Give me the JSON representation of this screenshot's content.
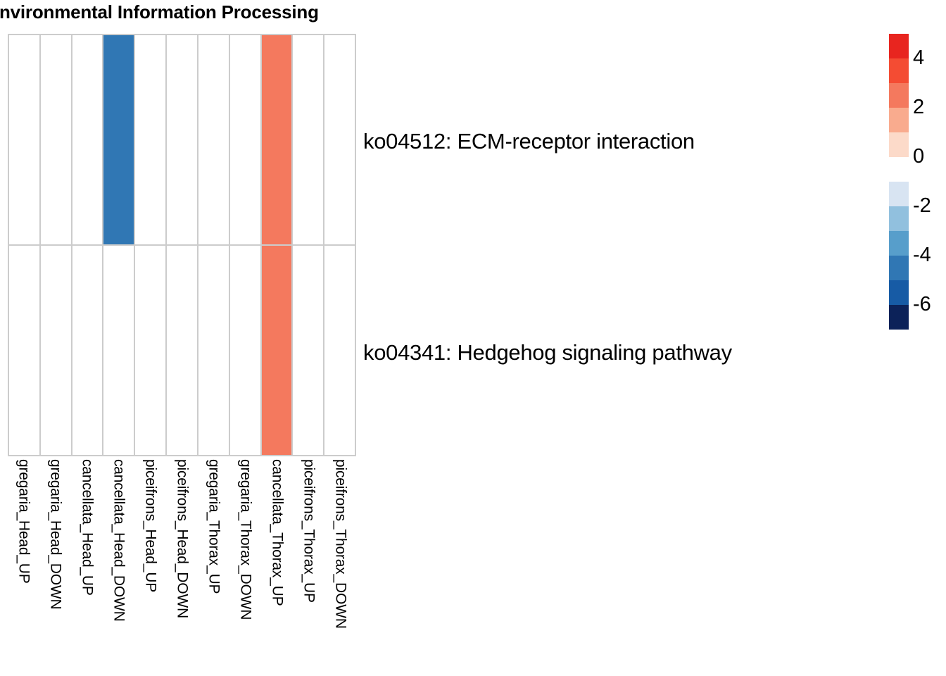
{
  "title": "ment: Environmental Information Processing",
  "chart_data": {
    "type": "heatmap",
    "title": "ment: Environmental Information Processing",
    "xlabel": "",
    "ylabel": "",
    "grid": true,
    "legend_position": "right",
    "categories": [
      "gregaria_Head_UP",
      "gregaria_Head_DOWN",
      "cancellata_Head_UP",
      "cancellata_Head_DOWN",
      "piceifrons_Head_UP",
      "piceifrons_Head_DOWN",
      "gregaria_Thorax_UP",
      "gregaria_Thorax_DOWN",
      "cancellata_Thorax_UP",
      "piceifrons_Thorax_UP",
      "piceifrons_Thorax_DOWN"
    ],
    "rows": [
      "ko04512: ECM-receptor interaction",
      "ko04341: Hedgehog signaling pathway"
    ],
    "values": [
      [
        null,
        null,
        null,
        -3.6,
        null,
        null,
        null,
        null,
        3.0,
        null,
        null
      ],
      [
        null,
        null,
        null,
        null,
        null,
        null,
        null,
        null,
        3.0,
        null,
        null
      ]
    ],
    "cell_colors": [
      [
        "#ffffff",
        "#ffffff",
        "#ffffff",
        "#3077b4",
        "#ffffff",
        "#ffffff",
        "#ffffff",
        "#ffffff",
        "#f4795e",
        "#ffffff",
        "#ffffff"
      ],
      [
        "#ffffff",
        "#ffffff",
        "#ffffff",
        "#ffffff",
        "#ffffff",
        "#ffffff",
        "#ffffff",
        "#ffffff",
        "#f4795e",
        "#ffffff",
        "#ffffff"
      ]
    ],
    "zlim": [
      -7,
      5
    ],
    "colorbar": {
      "tick_values": [
        "4",
        "2",
        "0",
        "-2",
        "-4",
        "-6"
      ],
      "bands": [
        {
          "color": "#e8251f",
          "from": 5,
          "to": 4
        },
        {
          "color": "#f44c33",
          "from": 4,
          "to": 3
        },
        {
          "color": "#f4795e",
          "from": 3,
          "to": 2
        },
        {
          "color": "#f9ab8e",
          "from": 2,
          "to": 1
        },
        {
          "color": "#fcdac9",
          "from": 1,
          "to": 0
        },
        {
          "color": "#ffffff",
          "from": 0,
          "to": -1
        },
        {
          "color": "#d8e4f2",
          "from": -1,
          "to": -2
        },
        {
          "color": "#91c0de",
          "from": -2,
          "to": -3
        },
        {
          "color": "#579ecb",
          "from": -3,
          "to": -4
        },
        {
          "color": "#3077b4",
          "from": -4,
          "to": -5
        },
        {
          "color": "#175ba5",
          "from": -5,
          "to": -6
        },
        {
          "color": "#0c2259",
          "from": -6,
          "to": -7
        }
      ]
    }
  },
  "grid_border_color": "#cccccc"
}
